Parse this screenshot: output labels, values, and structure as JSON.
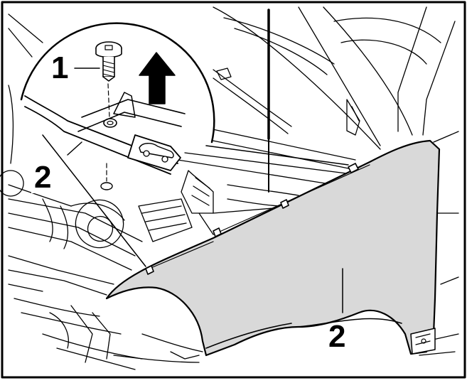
{
  "callouts": {
    "bolt": "1",
    "fender_upper": "2",
    "fender_main": "2"
  },
  "icons": [
    "bolt-icon",
    "up-arrow-icon",
    "car-direction-icon"
  ],
  "colors": {
    "line": "#000000",
    "fender_fill": "#d9d9d9",
    "background": "#ffffff"
  }
}
